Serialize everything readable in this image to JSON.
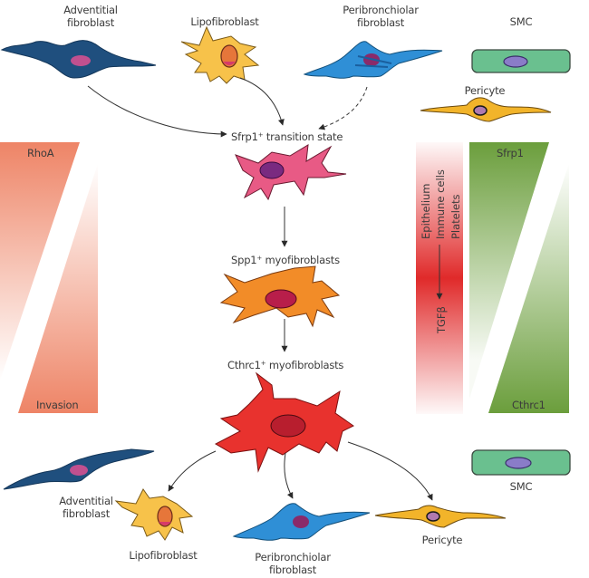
{
  "diagram": {
    "top_cells": {
      "adventitial": {
        "line1": "Adventitial",
        "line2": "fibroblast"
      },
      "lipofibroblast": "Lipofibroblast",
      "peribronchiolar": {
        "line1": "Peribronchiolar",
        "line2": "fibroblast"
      },
      "smc": "SMC",
      "pericyte": "Pericyte"
    },
    "states": {
      "sfrp1": {
        "gene": "Sfrp1",
        "sup": "+",
        "text": " transition state"
      },
      "spp1": {
        "gene": "Spp1",
        "sup": "+",
        "text": " myofibroblasts"
      },
      "cthrc1": {
        "gene": "Cthrc1",
        "sup": "+",
        "text": " myofibroblasts"
      }
    },
    "left_gradient": {
      "top_label": "RhoA",
      "bottom_label": "Invasion",
      "color": "#ee8466"
    },
    "signal_bar": {
      "sources": [
        "Epithelium",
        "Immune cells",
        "Platelets"
      ],
      "signal": "TGFβ",
      "color": "#e02a2a"
    },
    "right_gradient": {
      "top_label": "Sfrp1",
      "bottom_label": "Cthrc1",
      "color": "#6b9e3c"
    },
    "bottom_cells": {
      "adventitial": {
        "line1": "Adventitial",
        "line2": "fibroblast"
      },
      "lipofibroblast": "Lipofibroblast",
      "peribronchiolar": {
        "line1": "Peribronchiolar",
        "line2": "fibroblast"
      },
      "pericyte": "Pericyte",
      "smc": "SMC"
    },
    "colors": {
      "adventitial": "#1f4f7e",
      "lipofibroblast": "#f7c24a",
      "peribronchiolar": "#2f8fd6",
      "smc": "#6ac08f",
      "pericyte": "#f2b42a",
      "sfrp1_cell": "#e85a85",
      "spp1_cell": "#f28c28",
      "cthrc1_cell": "#e8322e",
      "nucleus": "#8a2a6a"
    }
  }
}
